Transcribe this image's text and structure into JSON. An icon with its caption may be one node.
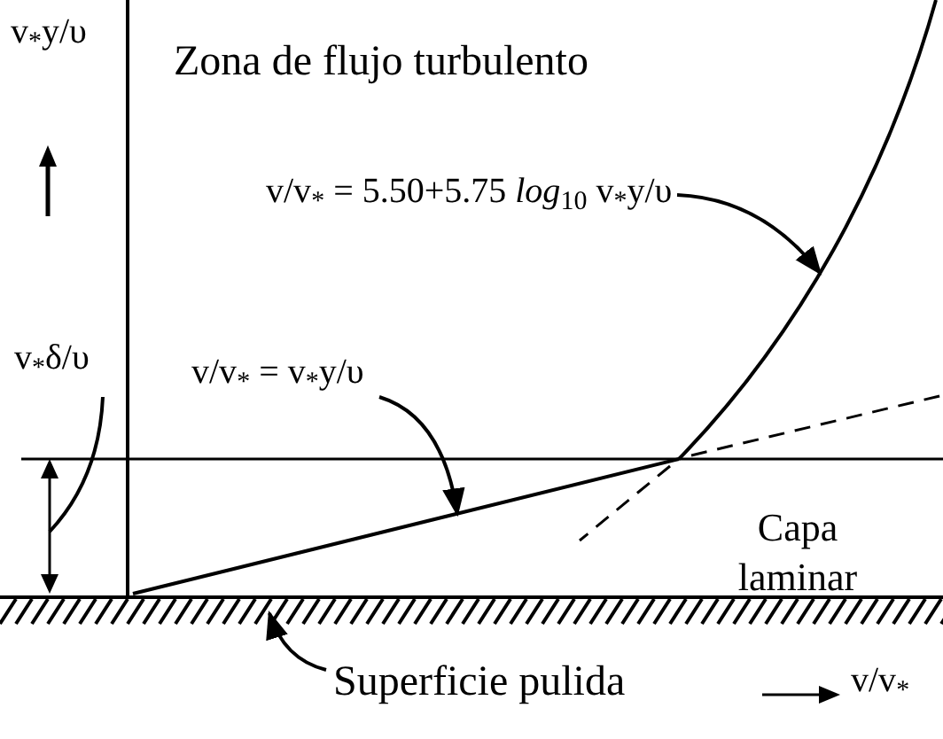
{
  "diagram": {
    "nodes": [
      {
        "text": [
          "v/v$_{*}$ = 5.50+5.75 *log*$_{10}$ v$_{*}$y/υ"
        ]
      },
      {
        "text": [],
        "shape": "line"
      },
      {
        "text": [
          "v/v$_{*}$ = v$_{*}$y/υ"
        ]
      },
      {
        "text": [],
        "shape": "line"
      },
      {
        "text": [
          "v$_{*}$δ/υ"
        ]
      },
      {
        "text": [],
        "shape": "line"
      },
      {
        "text": [
          "Superficie pulida"
        ]
      },
      {
        "text": [],
        "shape": "bar"
      }
    ],
    "edges": [
      {
        "from": 0,
        "to": 1,
        "arrow": "to"
      },
      {
        "from": 2,
        "to": 3,
        "arrow": "to"
      },
      {
        "from": 4,
        "to": 5,
        "arrow": "none"
      },
      {
        "from": 6,
        "to": 7,
        "arrow": "to"
      }
    ],
    "labels": [
      "v$_{*}$y/υ",
      "Zona de flujo turbulento",
      "Capa laminar",
      "v/v$_{*}$"
    ]
  }
}
